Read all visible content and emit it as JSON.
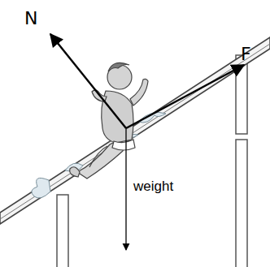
{
  "diagram": {
    "labels": [
      "N",
      "F",
      "weight"
    ]
  }
}
